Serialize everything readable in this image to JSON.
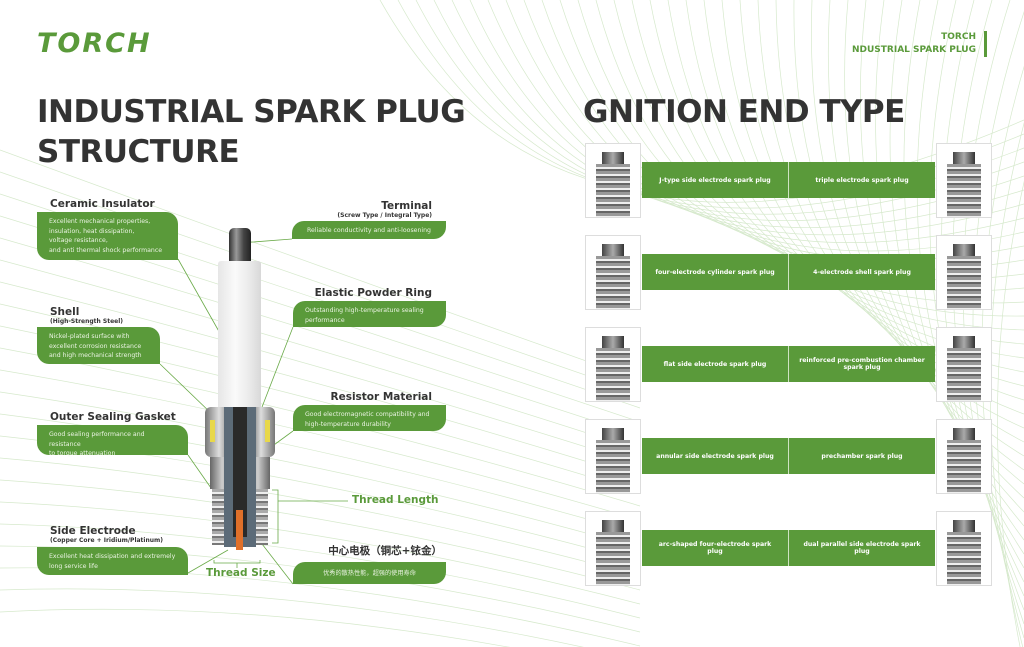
{
  "brand": {
    "logo": "TORCH",
    "header_line1": "TORCH",
    "header_line2": "NDUSTRIAL SPARK PLUG",
    "accent": "#5a9a3a"
  },
  "left": {
    "title_line1": "INDUSTRIAL SPARK PLUG",
    "title_line2": "STRUCTURE",
    "callouts": [
      {
        "title": "Ceramic Insulator",
        "sub": "",
        "lines": [
          "Excellent mechanical properties,",
          "insulation, heat dissipation,",
          "voltage resistance,",
          "and anti thermal shock performance"
        ]
      },
      {
        "title": "Shell",
        "sub": "(High-Strength Steel)",
        "lines": [
          "Nickel-plated surface with",
          "excellent corrosion resistance",
          "and high mechanical strength"
        ]
      },
      {
        "title": "Outer Sealing Gasket",
        "sub": "",
        "lines": [
          "Good sealing performance and resistance",
          "to torque attenuation"
        ]
      },
      {
        "title": "Side Electrode",
        "sub": "(Copper Core + Iridium/Platinum)",
        "lines": [
          "Excellent heat dissipation and extremely",
          "long service life"
        ]
      },
      {
        "title": "Terminal",
        "sub": "(Screw Type / Integral Type)",
        "lines": [
          "Reliable conductivity and anti-loosening"
        ]
      },
      {
        "title": "Elastic Powder Ring",
        "sub": "",
        "lines": [
          "Outstanding high-temperature sealing",
          "performance"
        ]
      },
      {
        "title": "Resistor Material",
        "sub": "",
        "lines": [
          "Good electromagnetic compatibility and",
          "high-temperature durability"
        ]
      },
      {
        "title": "中心电极（铜芯+铱金）",
        "sub": "",
        "lines": [
          "优秀的散热性能，超强的使用寿命"
        ]
      }
    ],
    "thread_length": "Thread Length",
    "thread_size": "Thread Size"
  },
  "right": {
    "title": "GNITION END TYPE",
    "rows": [
      [
        "J-type side electrode spark plug",
        "triple electrode spark plug"
      ],
      [
        "four-electrode cylinder spark plug",
        "4-electrode shell spark plug"
      ],
      [
        "flat side electrode spark plug",
        "reinforced pre-combustion chamber spark plug"
      ],
      [
        "annular side electrode spark plug",
        "prechamber spark plug"
      ],
      [
        "arc-shaped four-electrode spark plug",
        "dual parallel side electrode spark plug"
      ]
    ]
  }
}
